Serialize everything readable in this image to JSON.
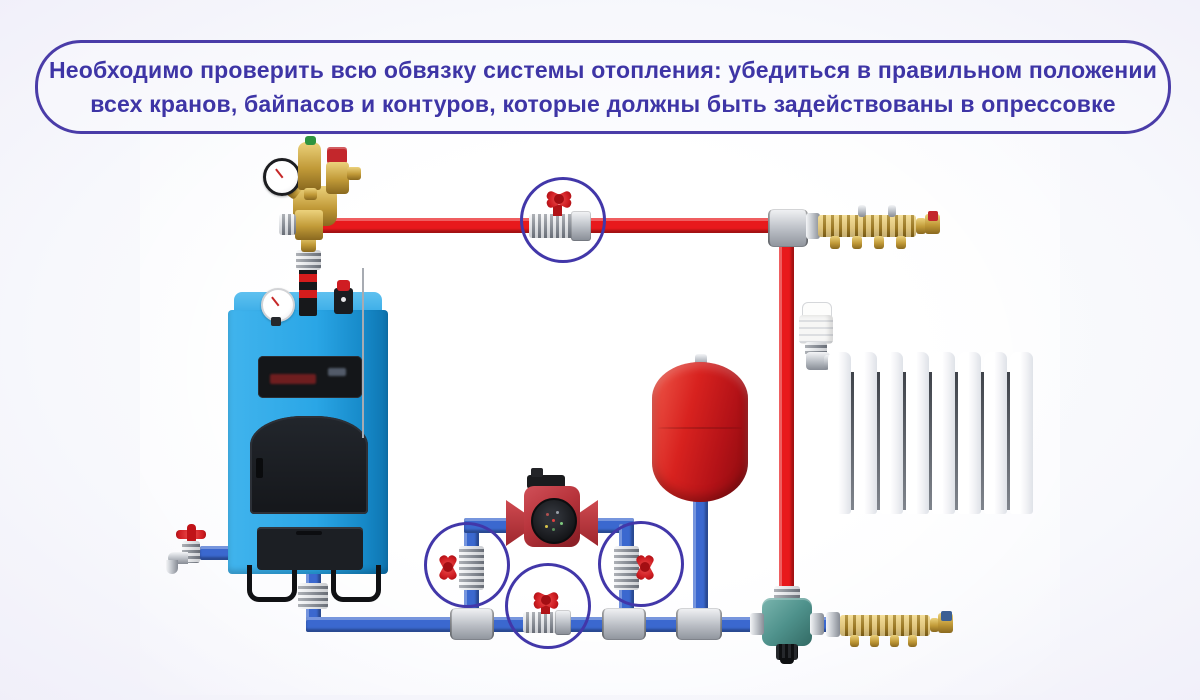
{
  "banner": {
    "line1": "Необходимо проверить всю обвязку системы отопления: убедиться в правильном положении",
    "line2": "всех кранов, байпасов и контуров, которые должны быть задействованы в опрессовке"
  },
  "colors": {
    "banner_border": "#4a3ca8",
    "banner_text": "#3e35a6",
    "highlight_circle": "#4237a9",
    "supply_pipe_red": "#e8191c",
    "return_pipe_blue": "#3b68cf",
    "boiler_blue": "#2aa6e6",
    "pump_red": "#b8343c",
    "expansion_tank_red": "#cf1f22",
    "mixing_valve_teal": "#4f928c",
    "brass": "#c19a38",
    "valve_handle_red": "#cf1d22"
  },
  "diagram": {
    "type": "heating-system-piping-scheme",
    "components": [
      "pressure-gauge",
      "automatic-air-vent",
      "safety-relief-valve",
      "boiler-safety-group",
      "solid-fuel-boiler",
      "boiler-thermometer",
      "boiler-thermostat-knob",
      "drain-faucet",
      "supply-pipe",
      "return-pipe",
      "circulation-pump",
      "bypass-valve-left",
      "bypass-valve-right",
      "return-line-ball-valve",
      "supply-line-ball-valve",
      "expansion-tank",
      "mixing-valve",
      "supply-manifold",
      "return-manifold",
      "radiator",
      "thermostatic-valve-head"
    ],
    "highlighted_valves": [
      "supply-line-ball-valve",
      "bypass-valve-left",
      "return-line-ball-valve",
      "bypass-valve-right"
    ],
    "highlight_count": 4
  }
}
